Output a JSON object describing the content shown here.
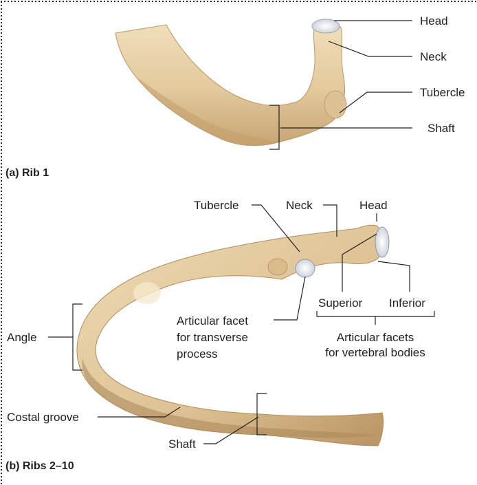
{
  "panel_a": {
    "caption": "(a) Rib 1",
    "labels": {
      "head": "Head",
      "neck": "Neck",
      "tubercle": "Tubercle",
      "shaft": "Shaft"
    }
  },
  "panel_b": {
    "caption": "(b) Ribs 2–10",
    "labels": {
      "tubercle": "Tubercle",
      "neck": "Neck",
      "head": "Head",
      "superior": "Superior",
      "inferior": "Inferior",
      "articular_facets_line1": "Articular facets",
      "articular_facets_line2": "for vertebral bodies",
      "articular_facet_line1": "Articular facet",
      "articular_facet_line2": "for transverse",
      "articular_facet_line3": "process",
      "angle": "Angle",
      "costal_groove": "Costal groove",
      "shaft": "Shaft"
    }
  },
  "colors": {
    "bone": "#e6cfa6",
    "bone_shadow": "#c9a878",
    "facet": "#e9edf2",
    "text": "#231f20",
    "border": "#231f20"
  }
}
